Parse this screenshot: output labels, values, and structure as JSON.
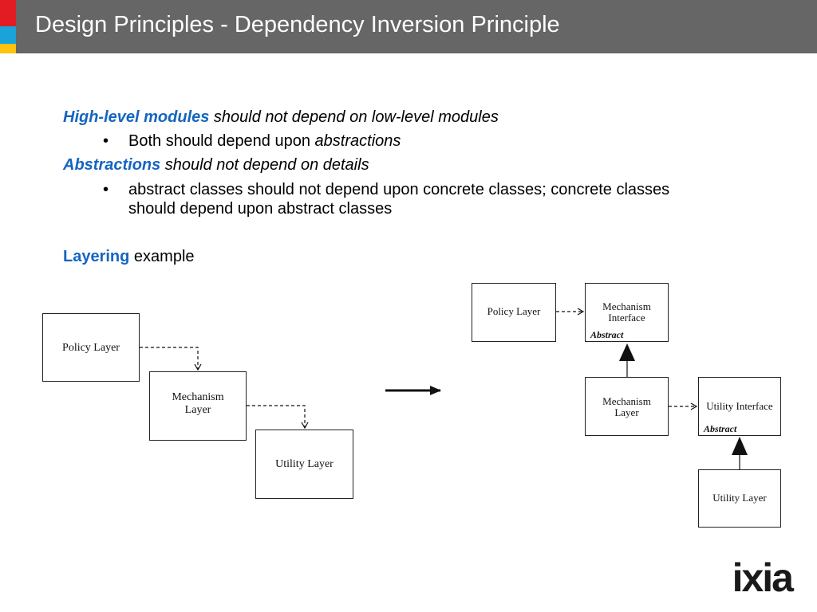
{
  "slide": {
    "title": "Design Principles - Dependency Inversion Principle"
  },
  "bullets": [
    {
      "emph": "High-level modules",
      "rest": " should not depend on low-level modules"
    },
    {
      "text": "Both should depend upon ",
      "emph_italic": "abstractions"
    },
    {
      "emph": "Abstractions",
      "rest": " should not depend on details"
    },
    {
      "text": "abstract classes should not depend upon concrete classes; concrete classes",
      "text2": "should depend upon abstract classes"
    },
    {
      "emph": "Layering",
      "rest": " example"
    }
  ],
  "bullet_symbol": "•",
  "diagram_left": {
    "policy": "Policy Layer",
    "mechanism_line1": "Mechanism",
    "mechanism_line2": "Layer",
    "utility": "Utility Layer"
  },
  "diagram_right": {
    "policy": "Policy Layer",
    "mech_iface_line1": "Mechanism",
    "mech_iface_line2": "Interface",
    "mech_layer_line1": "Mechanism",
    "mech_layer_line2": "Layer",
    "utility_iface": "Utility Interface",
    "utility": "Utility Layer",
    "abstract_tag": "Abstract"
  },
  "logo": {
    "text": "ixia"
  },
  "colors": {
    "title_bar": "#666666",
    "accent_red": "#e31b23",
    "accent_cyan": "#1aa3d9",
    "accent_yellow": "#ffc20e",
    "emphasis_blue": "#1565c0"
  }
}
